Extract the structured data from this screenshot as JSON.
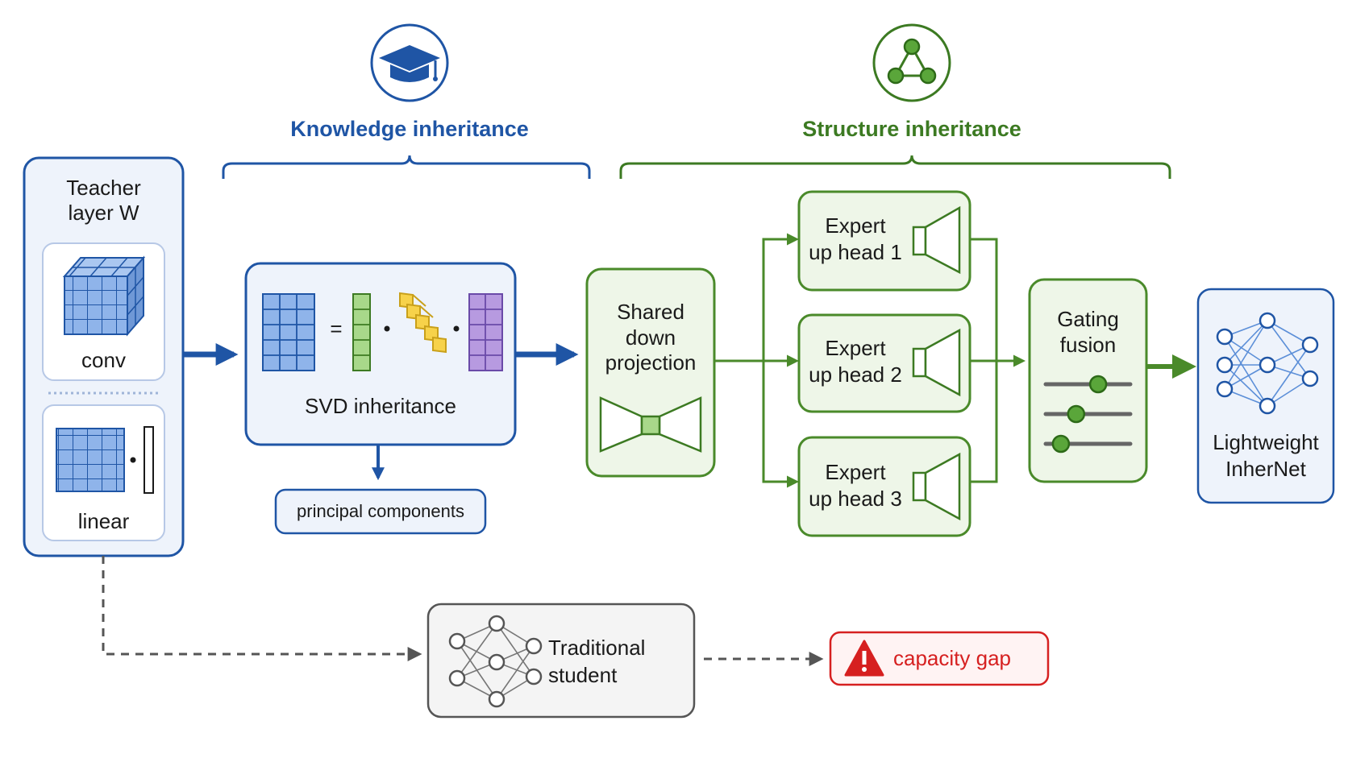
{
  "headers": {
    "knowledge": "Knowledge inheritance",
    "structure": "Structure inheritance"
  },
  "teacher": {
    "title_line1": "Teacher",
    "title_line2": "layer W",
    "conv": "conv",
    "linear": "linear"
  },
  "svd": {
    "label": "SVD inheritance",
    "equals": "=",
    "dot": "·",
    "principal": "principal components"
  },
  "shared": {
    "line1": "Shared",
    "line2": "down",
    "line3": "projection"
  },
  "experts": [
    {
      "line1": "Expert",
      "line2": "up head 1"
    },
    {
      "line1": "Expert",
      "line2": "up head 2"
    },
    {
      "line1": "Expert",
      "line2": "up head 3"
    }
  ],
  "gating": {
    "line1": "Gating",
    "line2": "fusion",
    "slider_levels": [
      0.62,
      0.36,
      0.18
    ]
  },
  "output": {
    "line1": "Lightweight",
    "line2": "InherNet"
  },
  "traditional": {
    "line1": "Traditional",
    "line2": "student"
  },
  "gap": {
    "label": "capacity gap"
  },
  "colors": {
    "blue": "#1f55a5",
    "green": "#3c7a22",
    "red": "#d62020",
    "gray": "#555555"
  },
  "icons": {
    "knowledge": "graduation-cap-icon",
    "structure": "triangle-network-icon",
    "warning": "warning-triangle-icon"
  }
}
